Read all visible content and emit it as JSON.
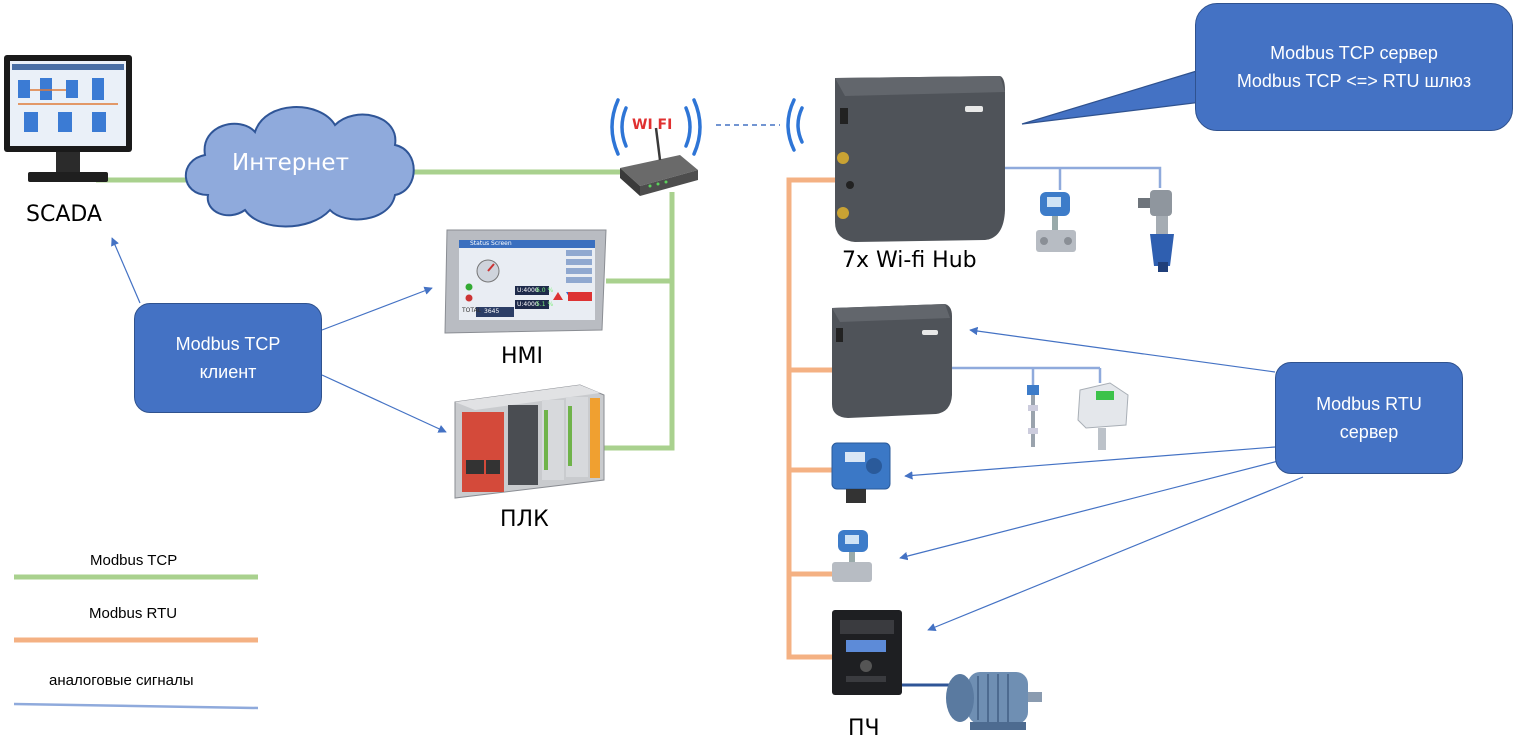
{
  "labels": {
    "scada": "SCADA",
    "internet": "Интернет",
    "hmi": "HMI",
    "plc": "ПЛК",
    "hub": "7x Wi-fi Hub",
    "vfd": "ПЧ",
    "wifi_badge": "WI FI"
  },
  "boxes": {
    "tcp_client": {
      "line1": "Modbus TCP",
      "line2": "клиент"
    },
    "tcp_server": {
      "line1": "Modbus TCP сервер",
      "line2": "Modbus TCP <=> RTU шлюз"
    },
    "rtu_server": {
      "line1": "Modbus RTU",
      "line2": "сервер"
    }
  },
  "legend": {
    "tcp": "Modbus TCP",
    "rtu": "Modbus RTU",
    "analog": "аналоговые сигналы"
  },
  "hmi_screen": {
    "title": "Status Screen",
    "val1": "U:4000",
    "val2": "U:4000",
    "total_label": "TOTAL",
    "total_value": "3645",
    "readout1": "6.0 %",
    "readout2": "5.1 %"
  },
  "colors": {
    "modbus_tcp": "#a9d18e",
    "modbus_rtu": "#f4b183",
    "analog": "#8faadc",
    "box_fill": "#4472c4",
    "box_border": "#2f528f",
    "wifi_wave": "#2e75d6",
    "wifi_text": "#e03030"
  }
}
